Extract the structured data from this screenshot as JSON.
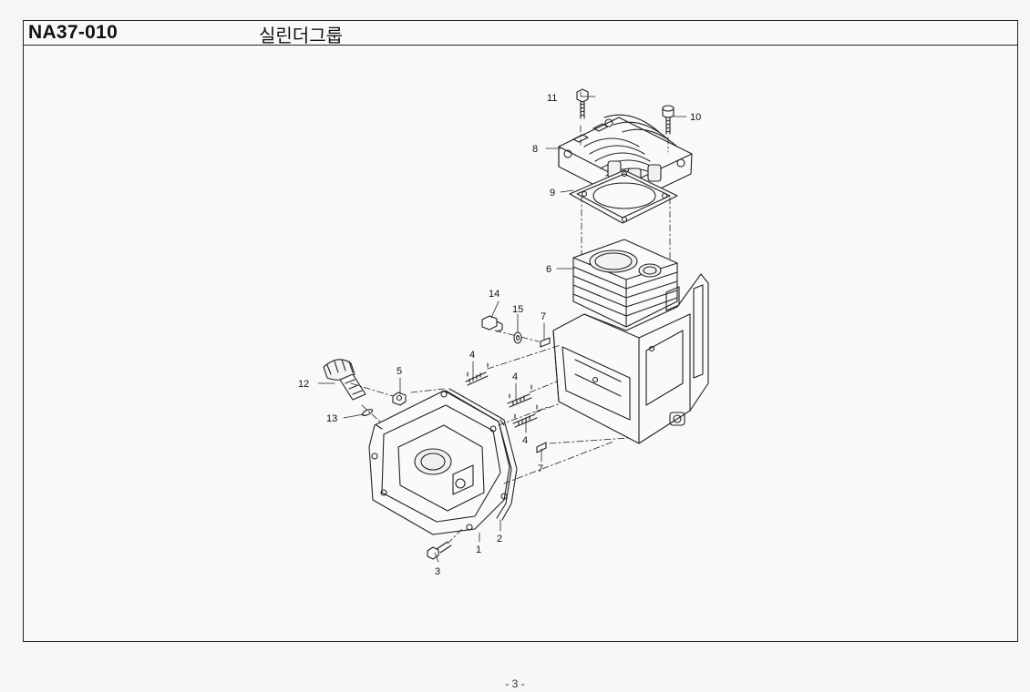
{
  "header": {
    "code": "NA37-010",
    "title": "실린더그룹"
  },
  "callouts": {
    "c1": "1",
    "c2": "2",
    "c3": "3",
    "c4a": "4",
    "c4b": "4",
    "c4c": "4",
    "c5": "5",
    "c6": "6",
    "c7a": "7",
    "c7b": "7",
    "c8": "8",
    "c9": "9",
    "c10": "10",
    "c11": "11",
    "c12": "12",
    "c13": "13",
    "c14": "14",
    "c15": "15"
  },
  "footer": {
    "page_number": "- 3 -"
  }
}
